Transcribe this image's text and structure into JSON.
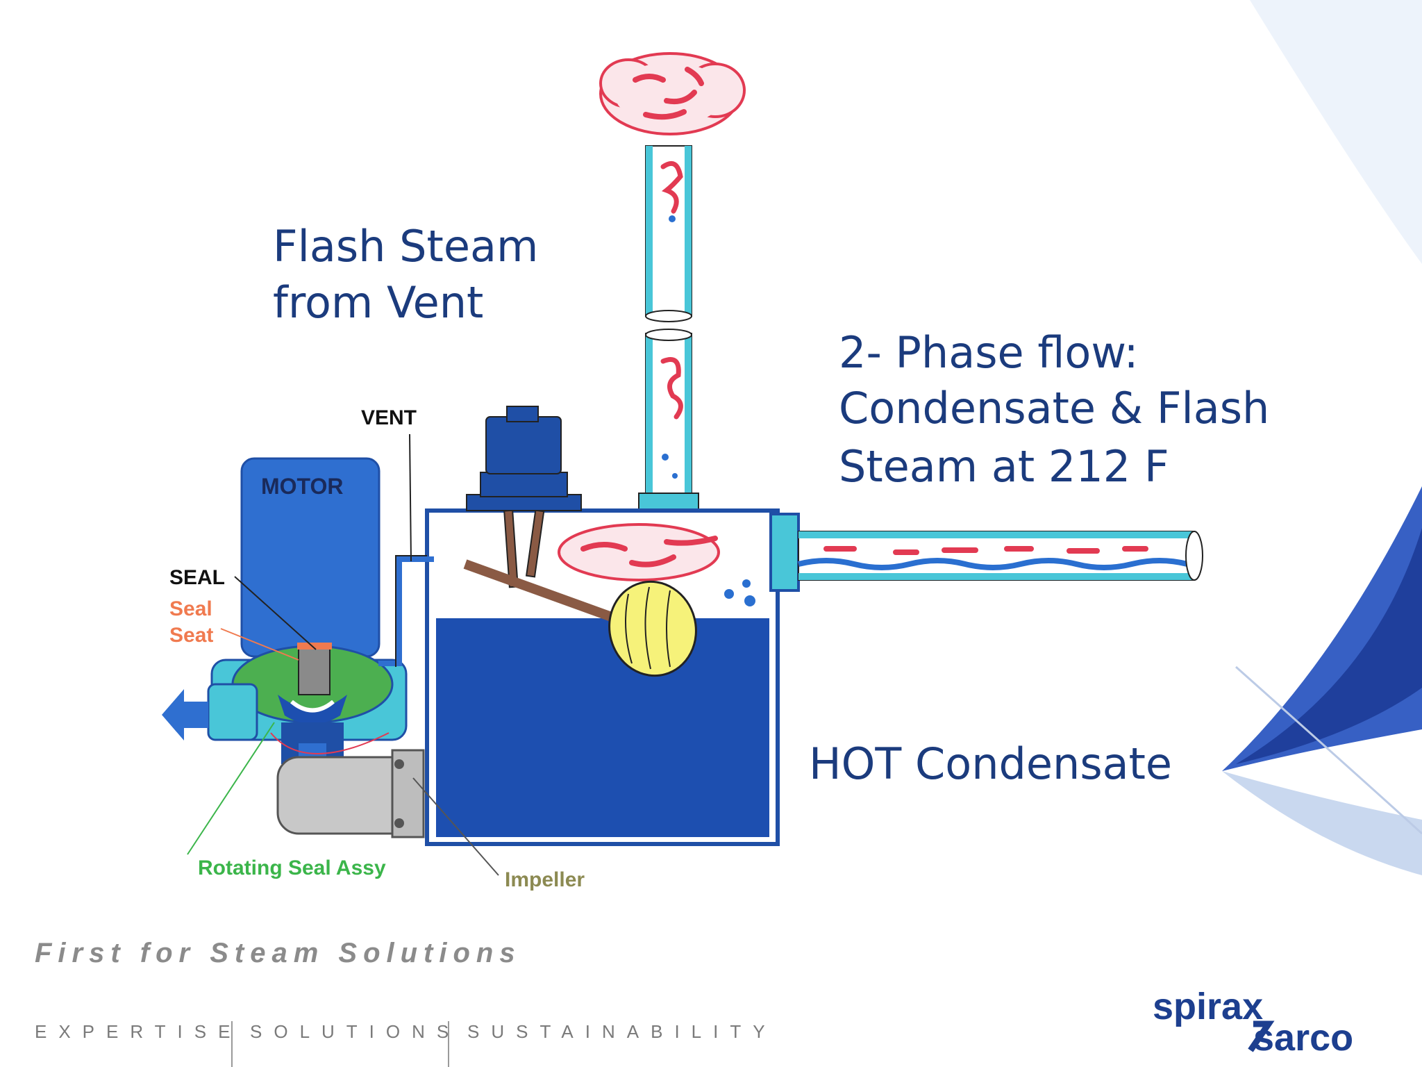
{
  "labels": {
    "flash_steam_line1": "Flash Steam",
    "flash_steam_line2": "from Vent",
    "two_phase_line1": "2- Phase flow:",
    "two_phase_line2": "Condensate & Flash",
    "two_phase_line3": "Steam at 212  F",
    "hot_condensate": "HOT Condensate",
    "vent": "VENT",
    "motor": "MOTOR",
    "seal": "SEAL",
    "seal_seat_line1": "Seal",
    "seal_seat_line2": "Seat",
    "rotating_seal_assy": "Rotating Seal Assy",
    "impeller": "Impeller"
  },
  "footer": {
    "tagline": "First for Steam Solutions",
    "items": [
      "EXPERTISE",
      "SOLUTIONS",
      "SUSTAINABILITY"
    ],
    "logo_text": "spirax sarco"
  },
  "colors": {
    "title_text": "#1b3b7d",
    "tank_blue": "#1f4fa6",
    "water": "#1d4fb0",
    "pipe": "#49c6d8",
    "steam_red": "#e23a52",
    "float_yellow": "#f6f27a",
    "rotating_seal_green": "#3bb54a",
    "seal_seat_orange": "#f07a4f",
    "impeller_olive": "#8c8a52"
  }
}
